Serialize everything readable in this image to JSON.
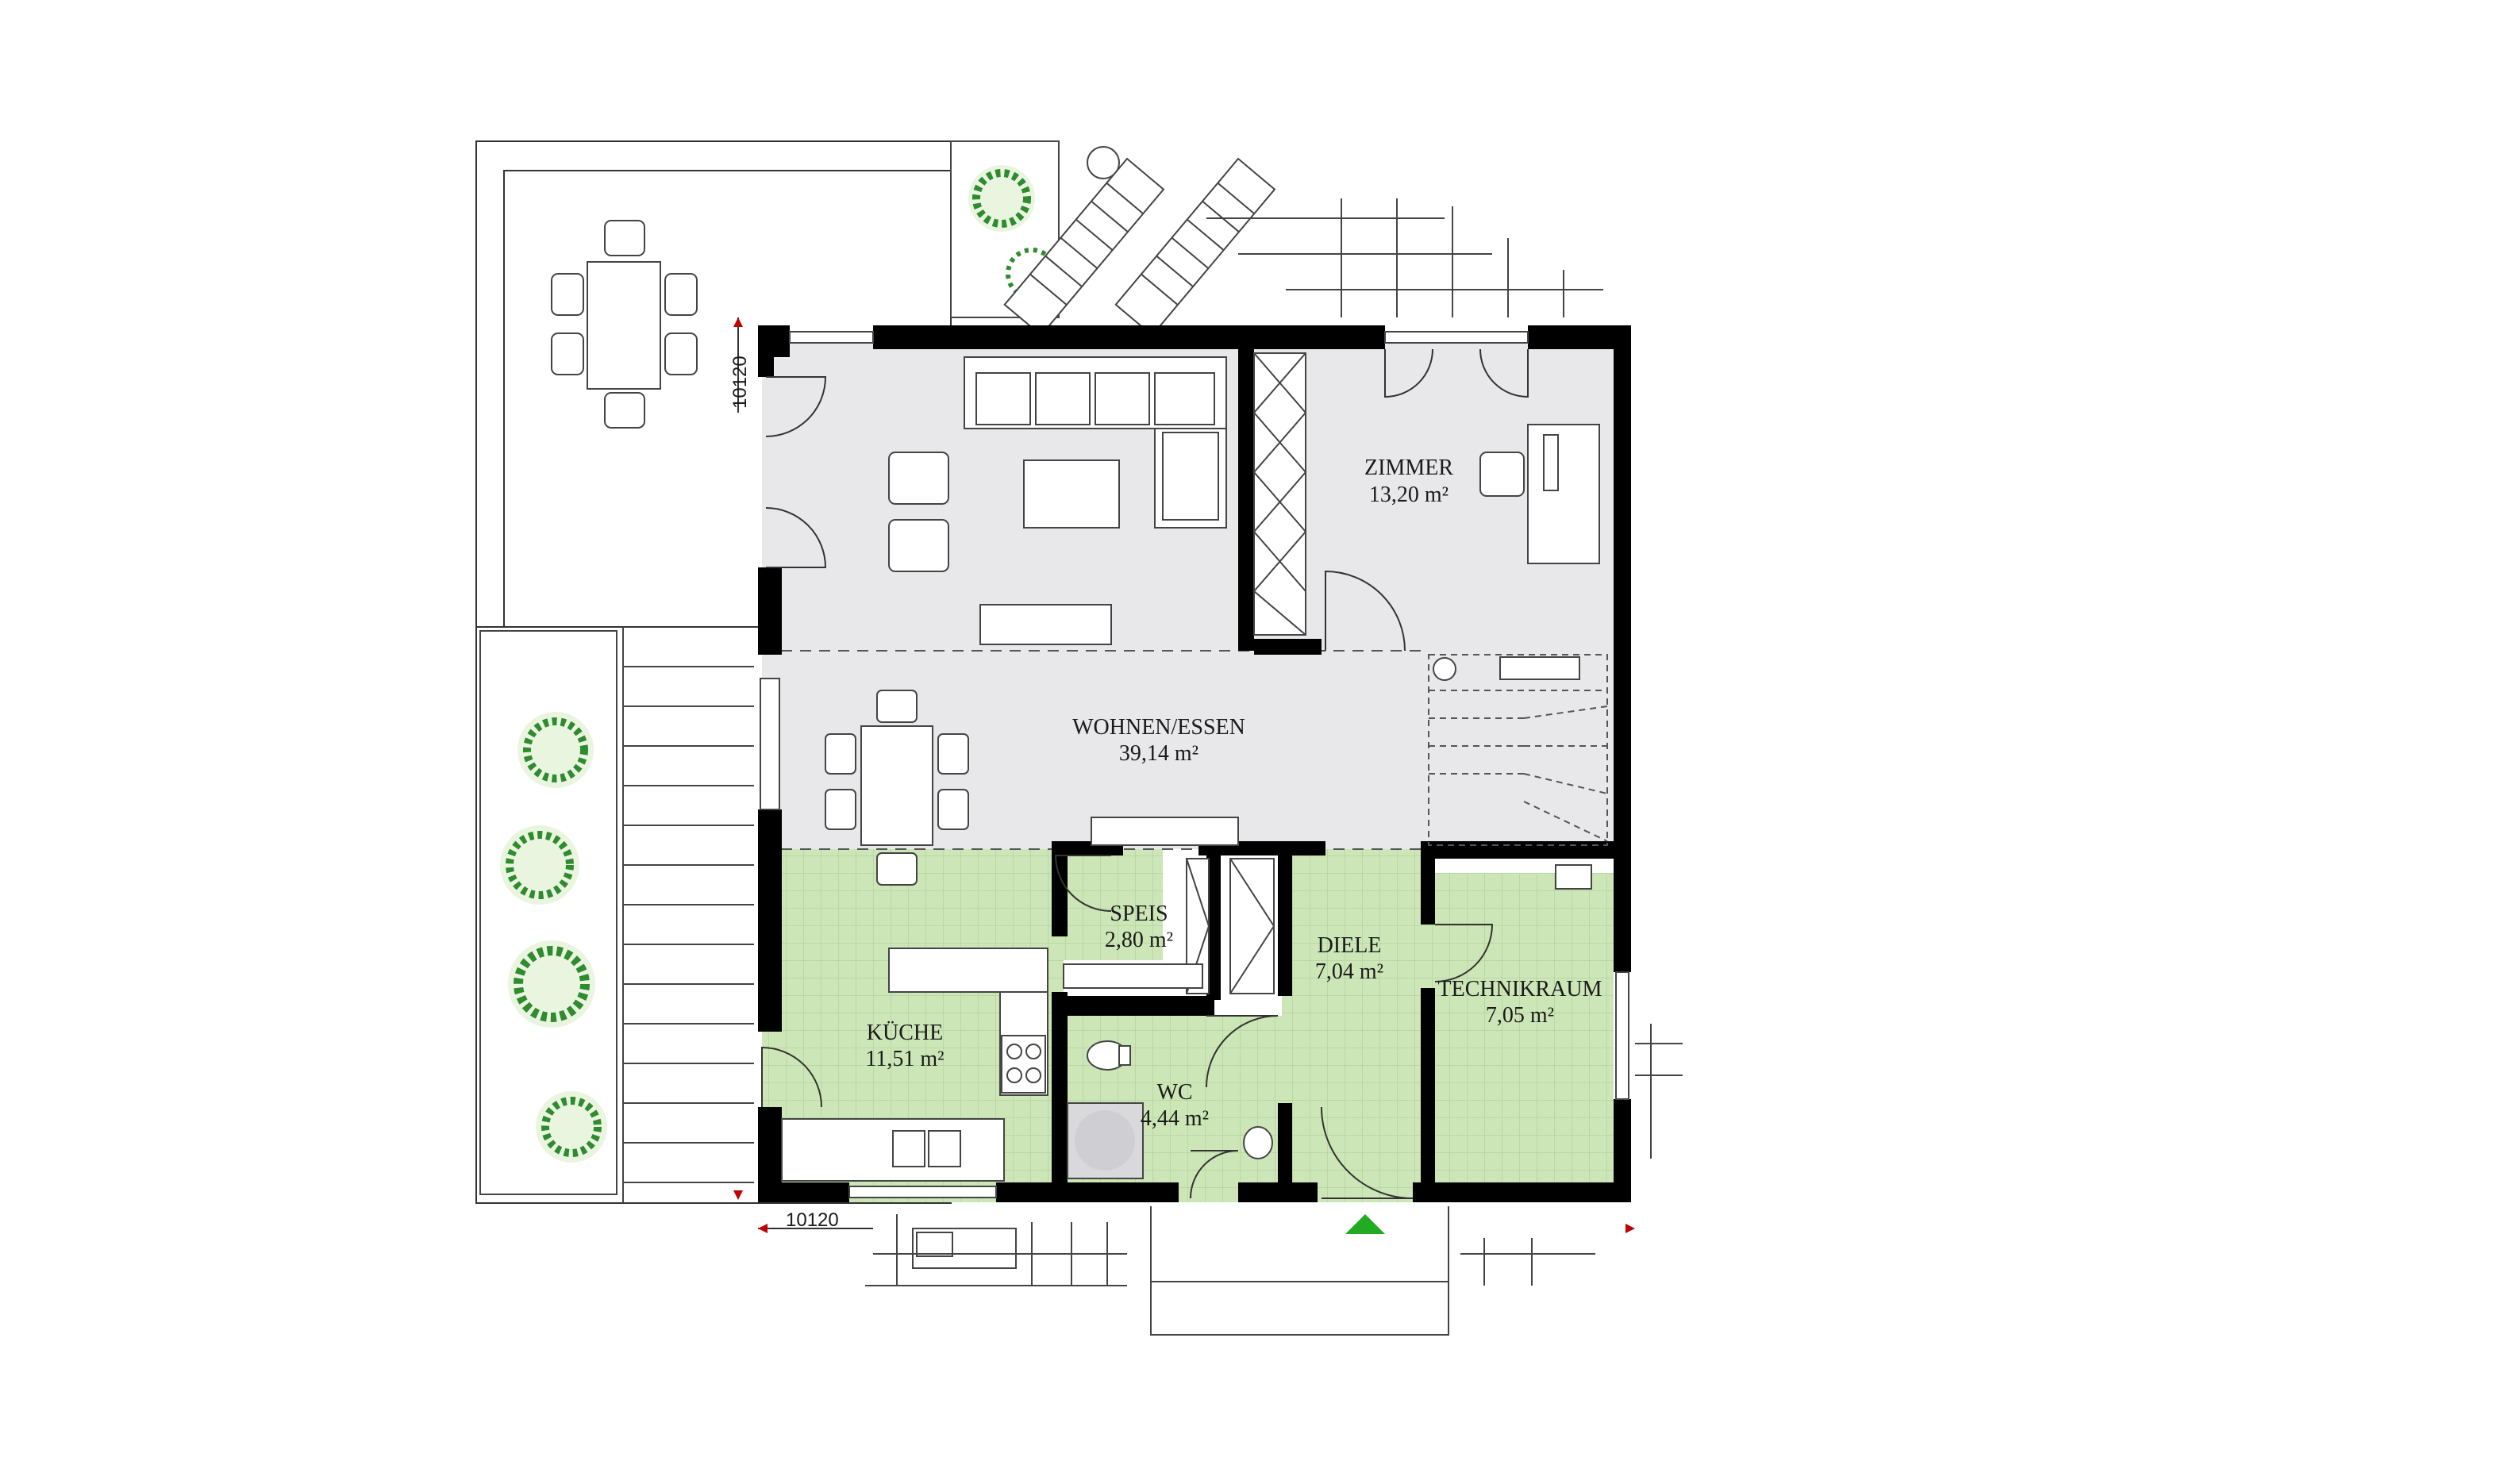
{
  "plan": {
    "title": "",
    "colors": {
      "wall": "#000000",
      "living_floor": "#e8e8ea",
      "tiled_floor": "#cde6b8",
      "plant": "#2e8b2e",
      "dimension_marker": "#c00000",
      "entrance_marker": "#22aa22"
    },
    "dimensions": {
      "vertical": "10120",
      "horizontal": "10120"
    },
    "rooms": [
      {
        "id": "wohnen",
        "name": "WOHNEN/ESSEN",
        "area": "39,14 m²"
      },
      {
        "id": "zimmer",
        "name": "ZIMMER",
        "area": "13,20 m²"
      },
      {
        "id": "speis",
        "name": "SPEIS",
        "area": "2,80 m²"
      },
      {
        "id": "diele",
        "name": "DIELE",
        "area": "7,04 m²"
      },
      {
        "id": "technik",
        "name": "TECHNIKRAUM",
        "area": "7,05 m²"
      },
      {
        "id": "kueche",
        "name": "KÜCHE",
        "area": "11,51 m²"
      },
      {
        "id": "wc",
        "name": "WC",
        "area": "4,44 m²"
      }
    ],
    "icons": [
      "entrance-arrow-icon",
      "dimension-arrow-icon",
      "plant-icon",
      "sun-lounger-icon",
      "dining-table-icon",
      "sofa-icon",
      "armchair-icon",
      "desk-icon",
      "toilet-icon",
      "shower-icon",
      "stove-icon",
      "sink-icon",
      "staircase-icon",
      "door-swing-icon"
    ]
  }
}
